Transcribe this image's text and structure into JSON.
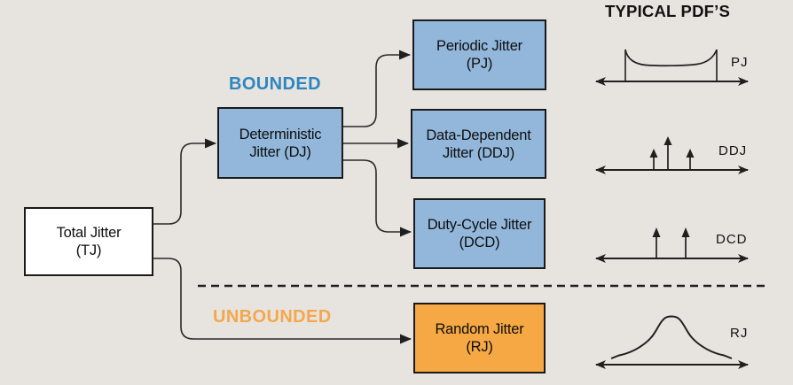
{
  "diagram": {
    "title": "TYPICAL PDF’S",
    "groups": {
      "bounded": "BOUNDED",
      "unbounded": "UNBOUNDED"
    },
    "nodes": {
      "tj": {
        "line1": "Total Jitter",
        "line2": "(TJ)"
      },
      "dj": {
        "line1": "Deterministic",
        "line2": "Jitter (DJ)"
      },
      "pj": {
        "line1": "Periodic Jitter",
        "line2": "(PJ)"
      },
      "ddj": {
        "line1": "Data-Dependent",
        "line2": "Jitter (DDJ)"
      },
      "dcd": {
        "line1": "Duty-Cycle Jitter",
        "line2": "(DCD)"
      },
      "rj": {
        "line1": "Random Jitter",
        "line2": "(RJ)"
      }
    },
    "pdf_labels": {
      "pj": "PJ",
      "ddj": "DDJ",
      "dcd": "DCD",
      "rj": "RJ"
    },
    "colors": {
      "background": "#E7E4DF",
      "blue_box": "#92B7DB",
      "orange_box": "#F5A843",
      "bounded_text": "#2E86C0",
      "unbounded_text": "#F5A74E",
      "line": "#1F1F1F"
    }
  }
}
